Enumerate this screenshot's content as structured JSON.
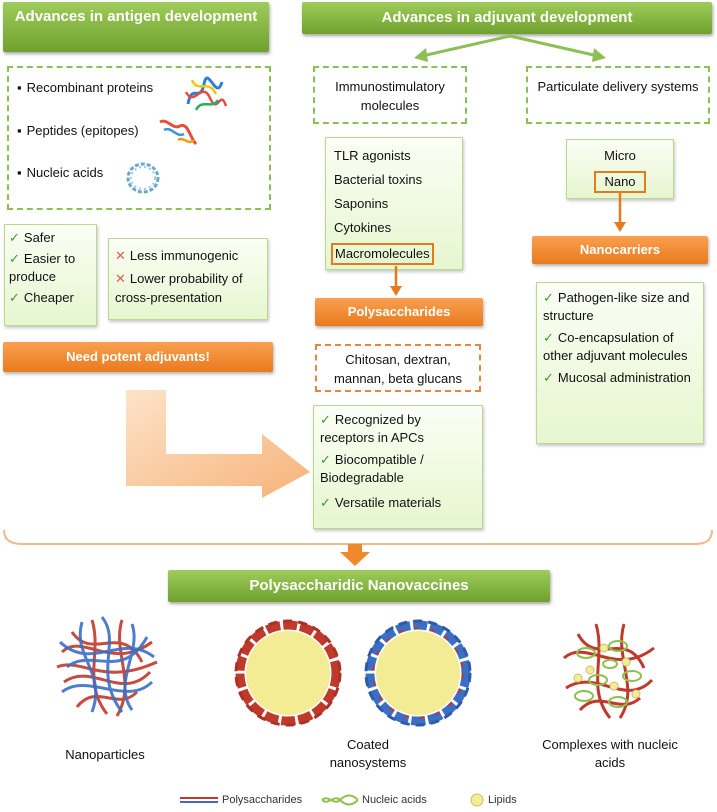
{
  "antigen": {
    "title": "Advances in antigen development",
    "items": [
      "Recombinant proteins",
      "Peptides (epitopes)",
      "Nucleic acids"
    ],
    "pros": [
      "Safer",
      "Easier to produce",
      "Cheaper"
    ],
    "cons": [
      "Less immunogenic",
      "Lower probability of cross-presentation"
    ],
    "need": "Need potent adjuvants!"
  },
  "adjuvant": {
    "title": "Advances in adjuvant development",
    "immuno_title": "Immunostimulatory molecules",
    "immuno_items": [
      "TLR agonists",
      "Bacterial toxins",
      "Saponins",
      "Cytokines"
    ],
    "immuno_highlight": "Macromolecules",
    "polysaccharides_label": "Polysaccharides",
    "polysaccharide_examples": "Chitosan, dextran, mannan, beta glucans",
    "poly_props": [
      "Recognized by receptors in APCs",
      "Biocompatible / Biodegradable",
      "Versatile materials"
    ],
    "particulate_title": "Particulate delivery systems",
    "micro": "Micro",
    "nano": "Nano",
    "nanocarriers_label": "Nanocarriers",
    "nano_props": [
      "Pathogen-like size and structure",
      "Co-encapsulation of other adjuvant molecules",
      "Mucosal administration"
    ]
  },
  "result": {
    "title": "Polysaccharidic Nanovaccines",
    "captions": [
      "Nanoparticles",
      "Coated nanosystems",
      "Complexes with nucleic acids"
    ]
  },
  "legend": [
    "Polysaccharides",
    "Nucleic acids",
    "Lipids"
  ],
  "colors": {
    "green": "#7cb342",
    "orange": "#ef8a2c",
    "light_green": "#e6f6cf",
    "polysaccharide_red": "#c0392b",
    "polysaccharide_blue": "#3b6fc7",
    "nucleic_green": "#8fbf50",
    "lipid_yellow": "#f3ec95"
  }
}
